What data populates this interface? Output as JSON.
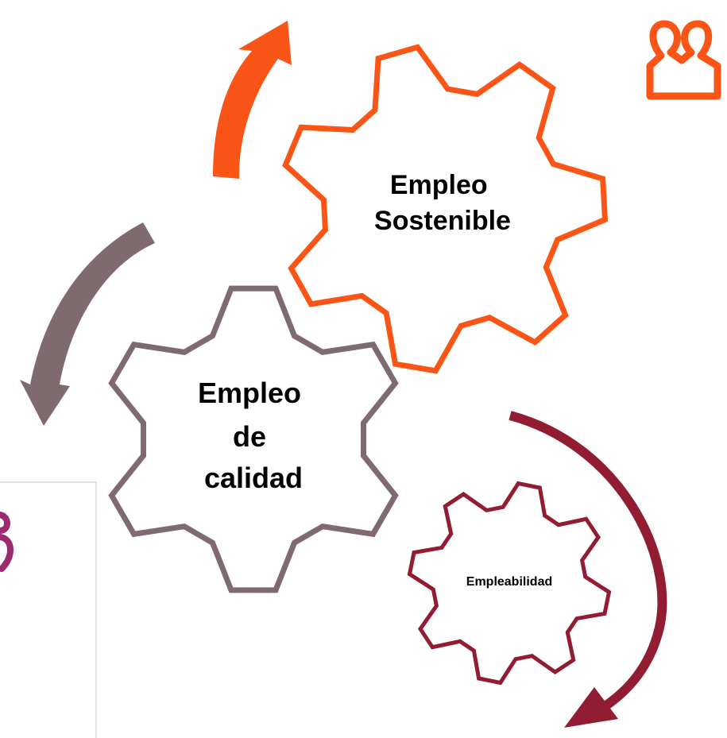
{
  "gears": [
    {
      "id": "sostenible",
      "lines": [
        "Empleo",
        "Sostenible"
      ],
      "color": "#fa5516"
    },
    {
      "id": "calidad",
      "lines": [
        "Empleo",
        "de",
        "calidad"
      ],
      "color": "#7f6b6f"
    },
    {
      "id": "empleabilidad",
      "lines": [
        "Empleabilidad"
      ],
      "color": "#921c31"
    }
  ],
  "arrows": [
    {
      "id": "orange",
      "color": "#fa5516"
    },
    {
      "id": "grey",
      "color": "#7f6b6f"
    },
    {
      "id": "maroon",
      "color": "#921c31"
    }
  ],
  "decorations": {
    "corner_icon_color": "#fa5516",
    "left_panel_border_color": "#d9d9d9",
    "left_glyph_color": "#9b2a6e"
  }
}
